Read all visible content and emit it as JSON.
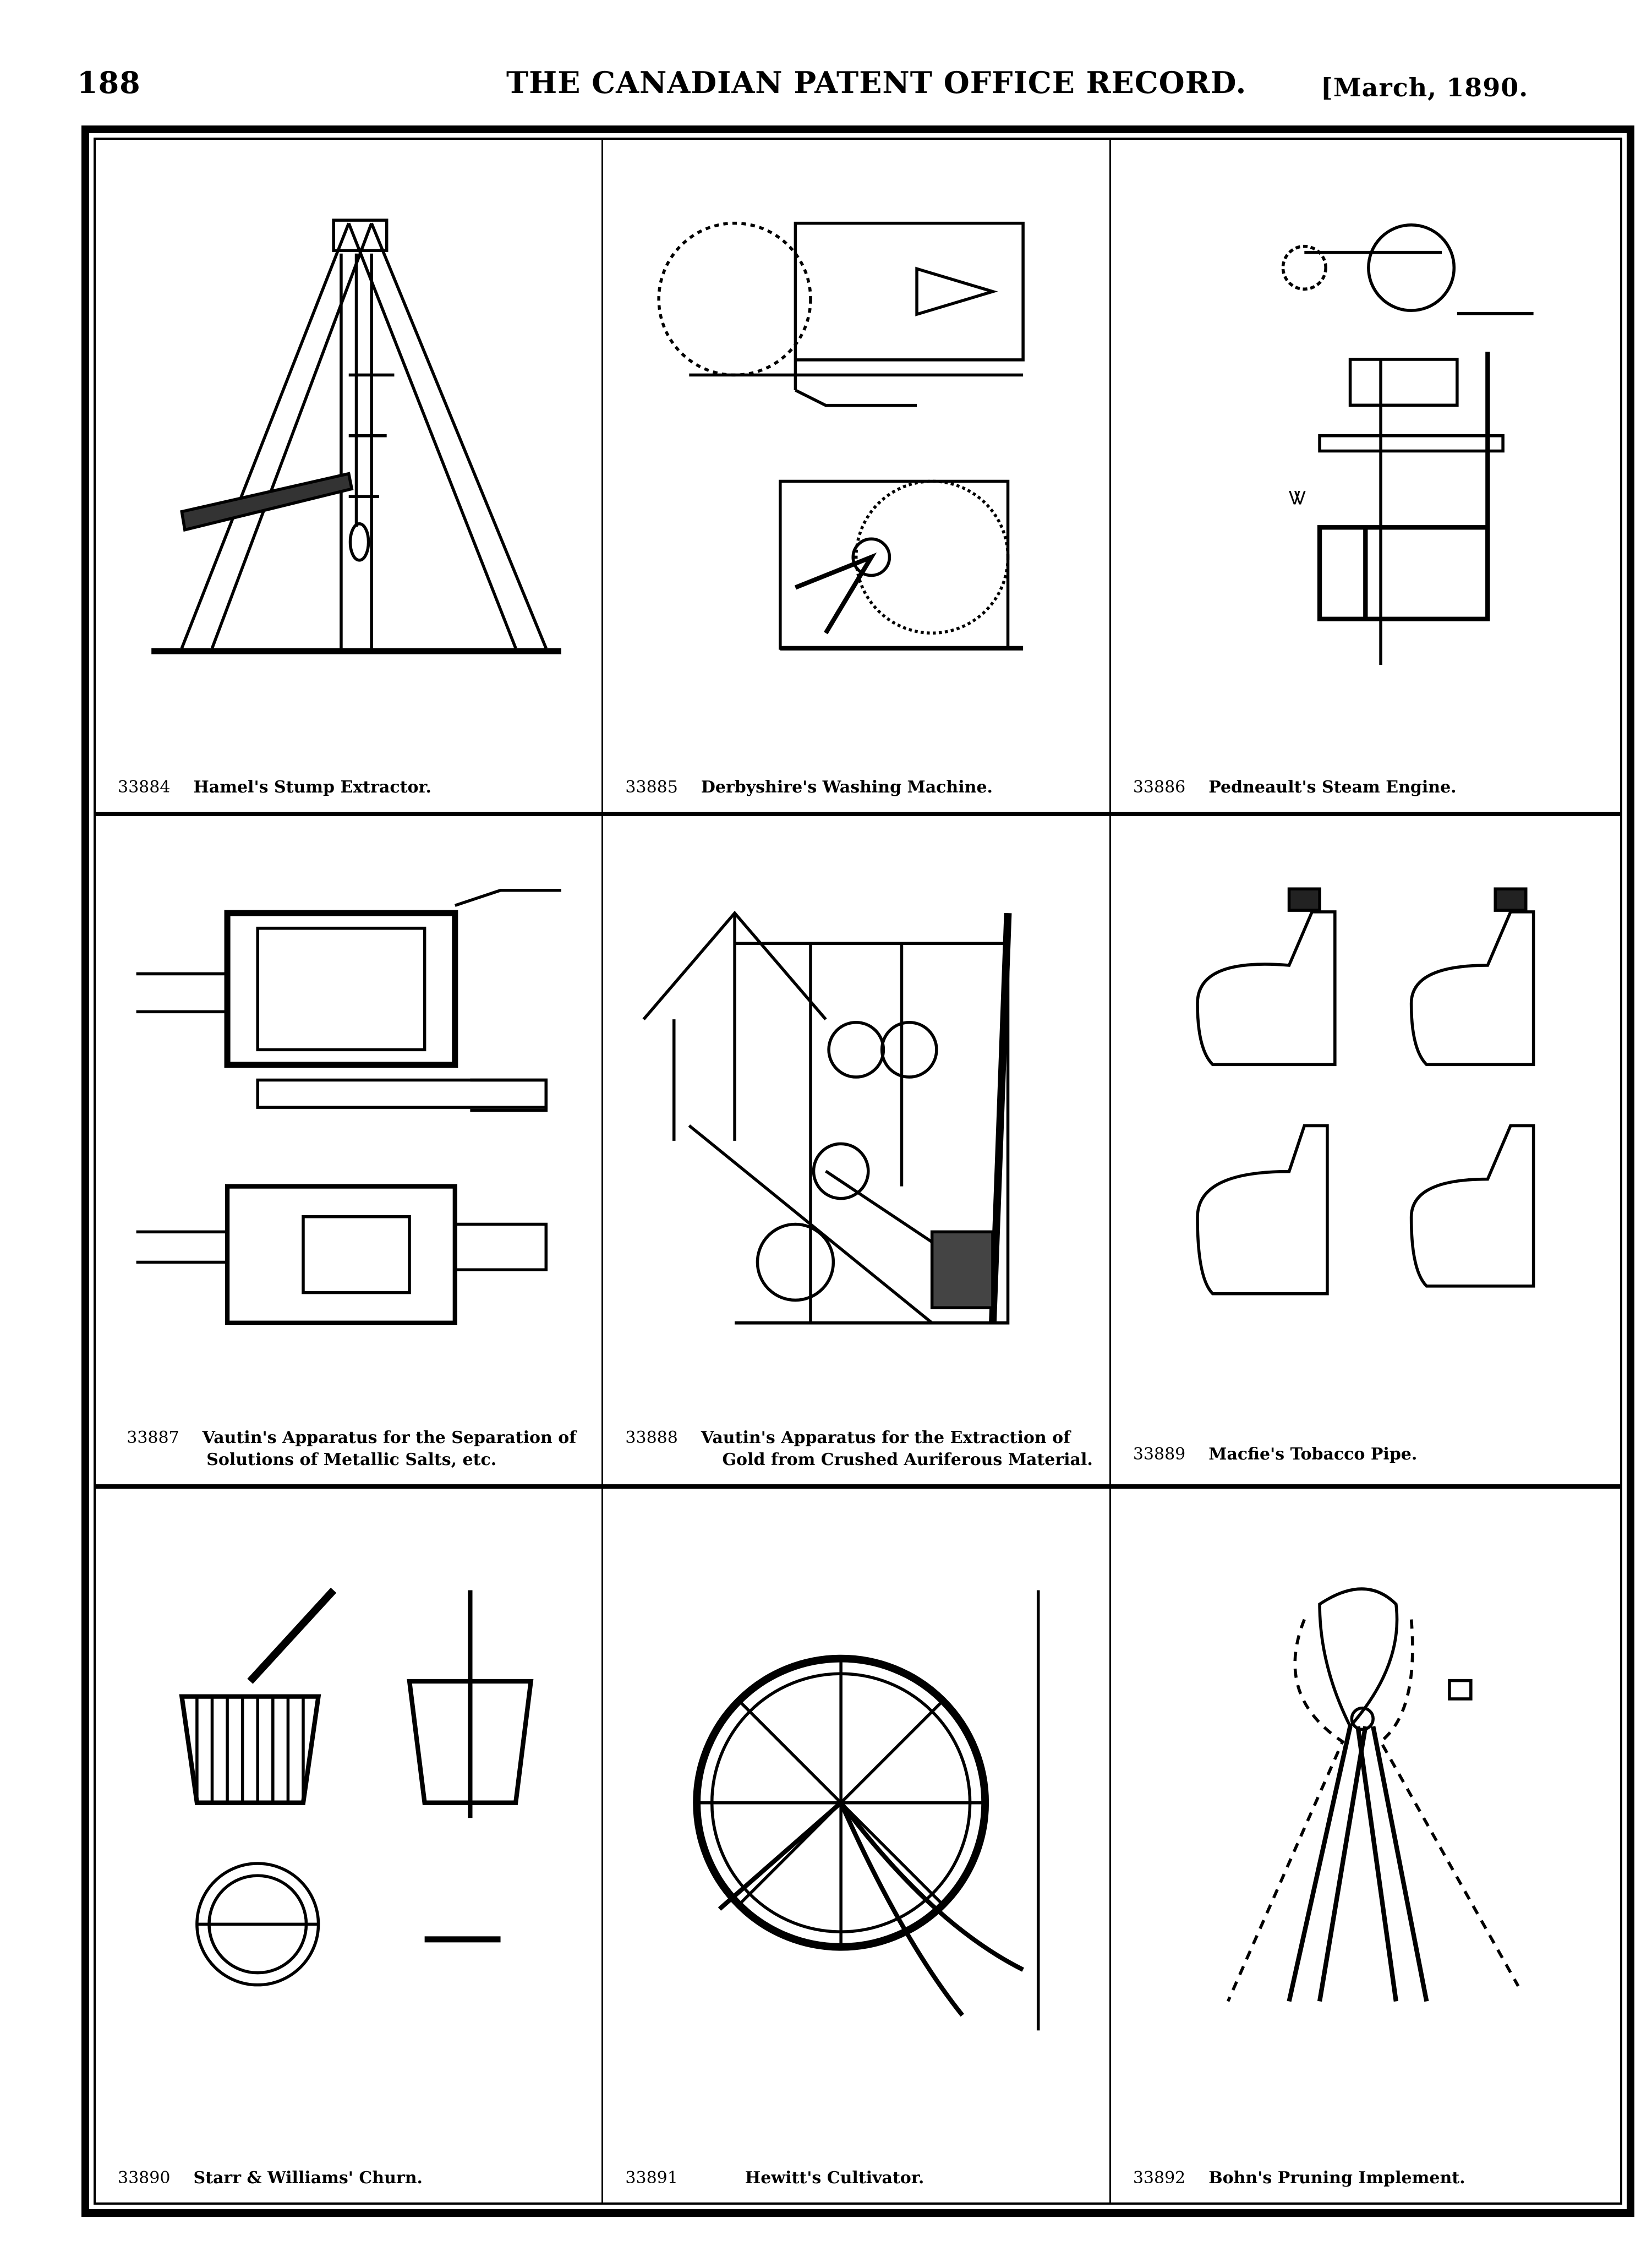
{
  "header": {
    "page_number": "188",
    "title": "THE CANADIAN PATENT OFFICE RECORD.",
    "date": "[March, 1890."
  },
  "patents": [
    {
      "number": "33884",
      "title": "Hamel's Stump Extractor.",
      "title2": ""
    },
    {
      "number": "33885",
      "title": "Derbyshire's Washing Machine.",
      "title2": ""
    },
    {
      "number": "33886",
      "title": "Pedneault's Steam Engine.",
      "title2": ""
    },
    {
      "number": "33887",
      "title": "Vautin's Apparatus for the Separation of",
      "title2": "Solutions of Metallic Salts, etc."
    },
    {
      "number": "33888",
      "title": "Vautin's Apparatus for the Extraction of",
      "title2": "Gold from Crushed Auriferous Material."
    },
    {
      "number": "33889",
      "title": "Macfie's Tobacco Pipe.",
      "title2": ""
    },
    {
      "number": "33890",
      "title": "Starr & Williams' Churn.",
      "title2": ""
    },
    {
      "number": "33891",
      "title": "Hewitt's Cultivator.",
      "title2": ""
    },
    {
      "number": "33892",
      "title": "Bohn's Pruning Implement.",
      "title2": ""
    }
  ]
}
